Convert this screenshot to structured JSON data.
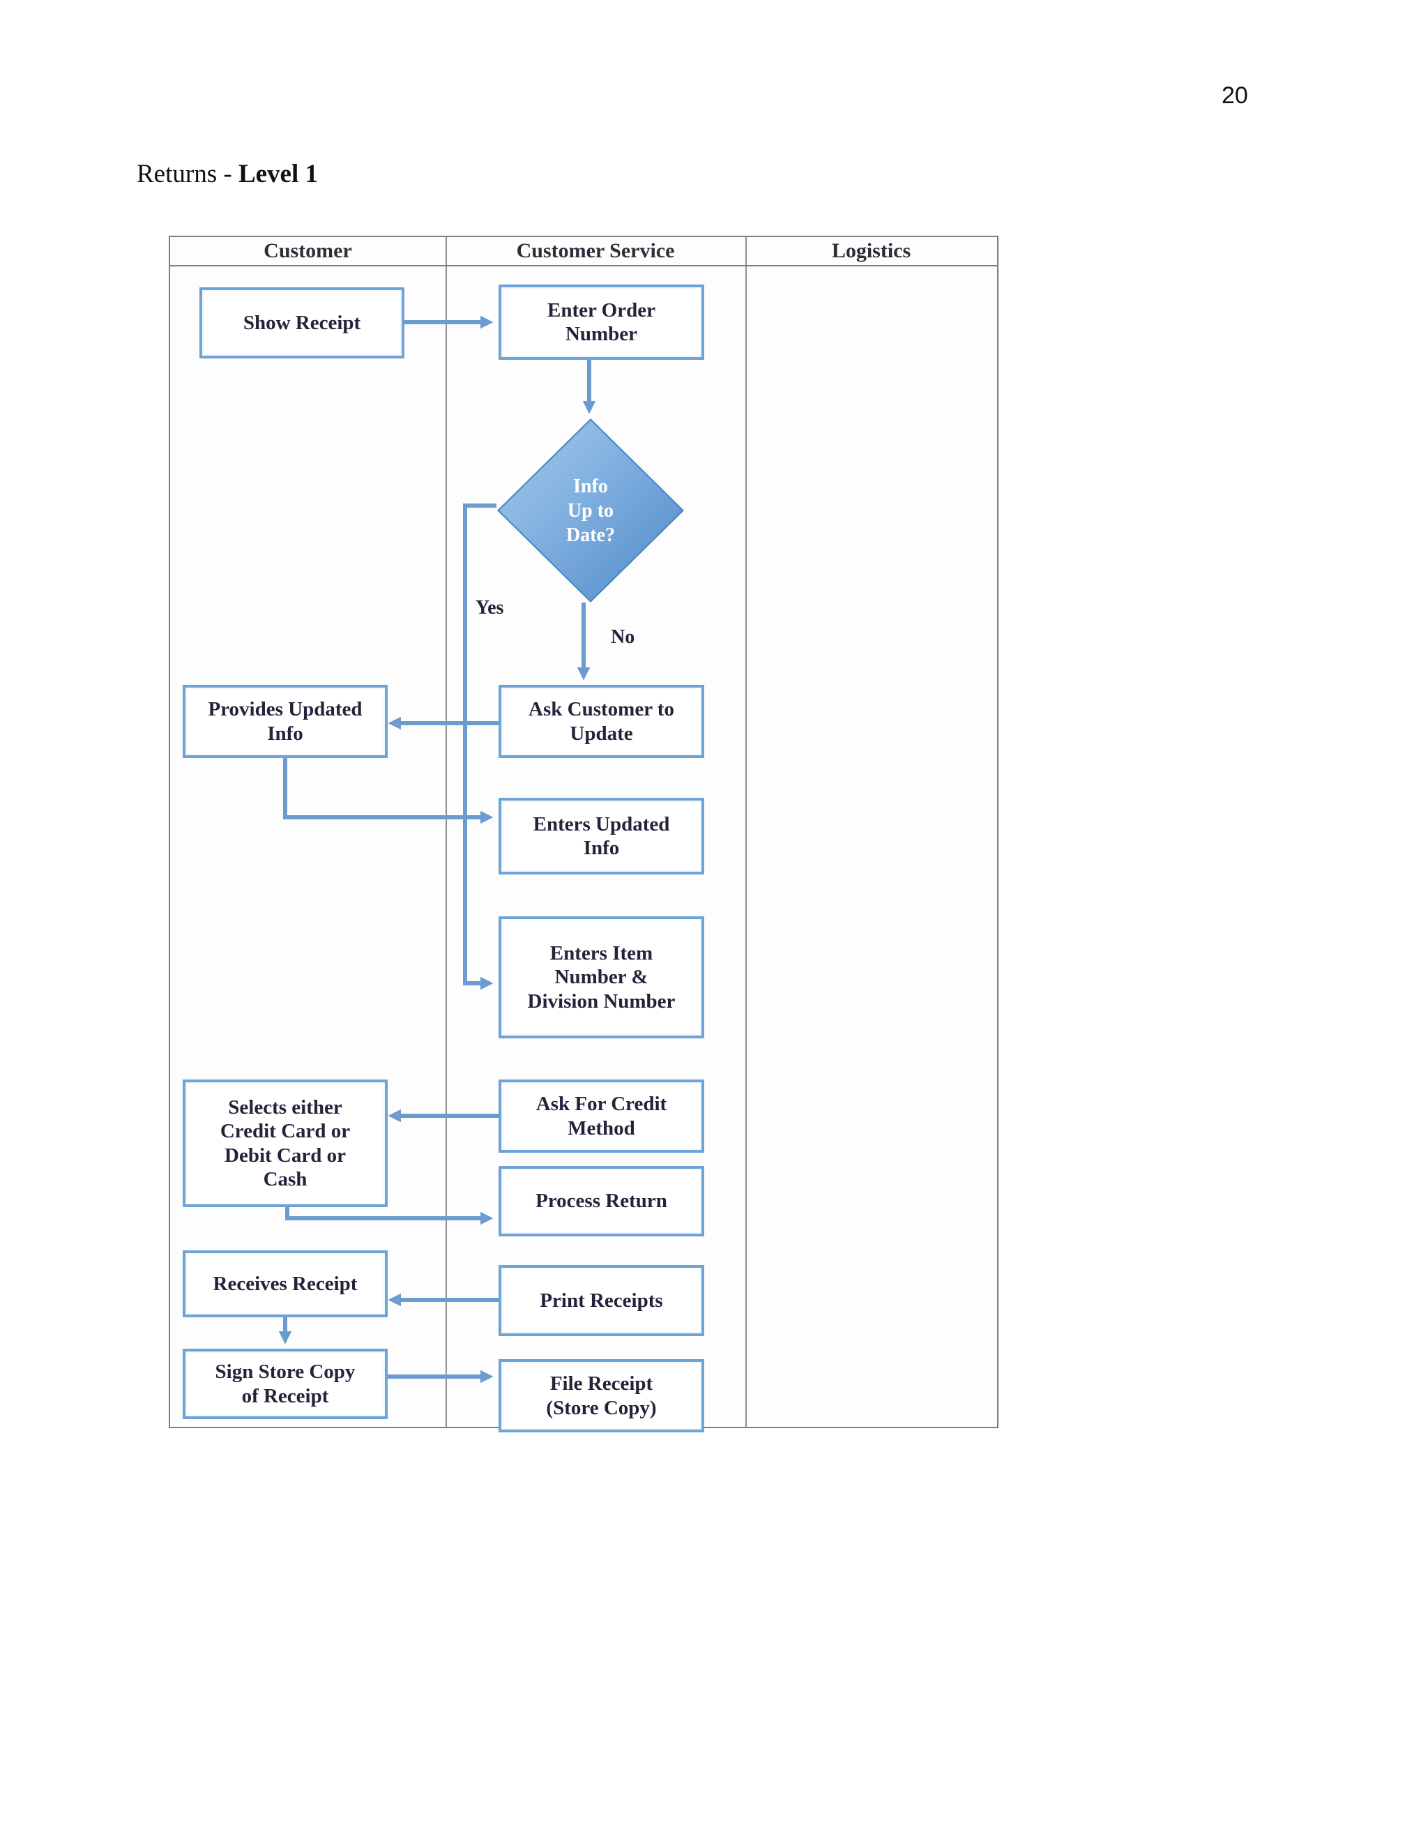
{
  "page": {
    "number": "20",
    "title_prefix": "Returns - ",
    "title_bold": "Level 1"
  },
  "flowchart": {
    "lanes": [
      {
        "label": "Customer"
      },
      {
        "label": "Customer Service"
      },
      {
        "label": "Logistics"
      }
    ],
    "nodes": {
      "show_receipt": {
        "lane": "Customer",
        "label": "Show Receipt"
      },
      "enter_order": {
        "lane": "Customer Service",
        "label": "Enter Order\nNumber"
      },
      "provides_info": {
        "lane": "Customer",
        "label": "Provides Updated\nInfo"
      },
      "ask_customer": {
        "lane": "Customer Service",
        "label": "Ask Customer to\nUpdate"
      },
      "enters_updated": {
        "lane": "Customer Service",
        "label": "Enters Updated\nInfo"
      },
      "enters_item": {
        "lane": "Customer Service",
        "label": "Enters Item\nNumber &\nDivision Number"
      },
      "selects_method": {
        "lane": "Customer",
        "label": "Selects either\nCredit Card or\nDebit Card or\nCash"
      },
      "ask_credit": {
        "lane": "Customer Service",
        "label": "Ask For Credit\nMethod"
      },
      "process_return": {
        "lane": "Customer Service",
        "label": "Process Return"
      },
      "receives_receipt": {
        "lane": "Customer",
        "label": "Receives Receipt"
      },
      "print_receipts": {
        "lane": "Customer Service",
        "label": "Print Receipts"
      },
      "sign_store_copy": {
        "lane": "Customer",
        "label": "Sign Store Copy\nof Receipt"
      },
      "file_receipt": {
        "lane": "Customer Service",
        "label": "File Receipt\n(Store Copy)"
      }
    },
    "decision": {
      "label": "Info\nUp to\nDate?"
    },
    "edge_labels": {
      "yes": "Yes",
      "no": "No"
    },
    "colors": {
      "node_border": "#6ea3d6",
      "arrow": "#6b9bcf",
      "diamond_fill_top": "#a6c9ea",
      "diamond_fill_bottom": "#5088c7",
      "diamond_border": "#4d86c2",
      "lane_divider": "#909090",
      "table_border": "#7e7e7e",
      "text": "#23243a"
    }
  }
}
